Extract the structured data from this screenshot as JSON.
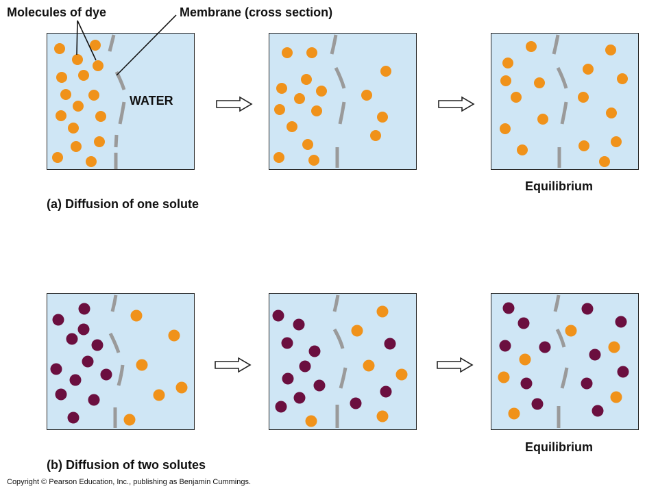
{
  "labels": {
    "molecules_of_dye": "Molecules of dye",
    "membrane": "Membrane (cross section)",
    "water": "WATER",
    "equilibrium_a": "Equilibrium",
    "equilibrium_b": "Equilibrium"
  },
  "captions": {
    "a_letter": "(a)",
    "a_text": "Diffusion of one solute",
    "b_letter": "(b)",
    "b_text": "Diffusion of two solutes"
  },
  "copyright": "Copyright © Pearson Education, Inc., publishing as Benjamin Cummings.",
  "colors": {
    "water": "#cfe6f5",
    "orange_solute": "#f0921a",
    "purple_solute": "#6b0f3f",
    "membrane": "#9a9a9a"
  }
}
